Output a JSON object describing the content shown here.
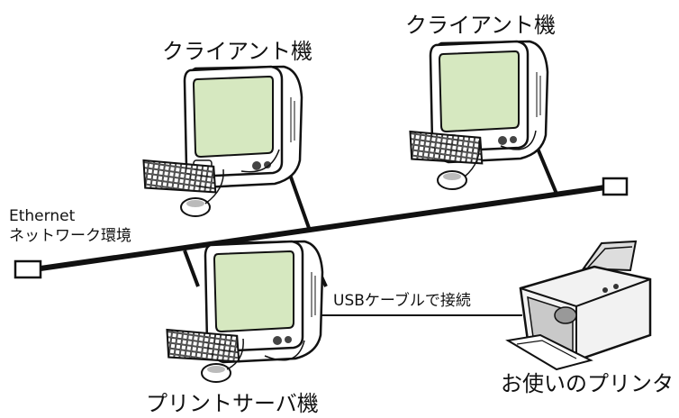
{
  "labels": {
    "client_left": "クライアント機",
    "client_right": "クライアント機",
    "ethernet_line1": "Ethernet",
    "ethernet_line2": "ネットワーク環境",
    "usb_connection": "USBケーブルで接続",
    "printer": "お使いのプリンタ",
    "print_server": "プリントサーバ機"
  },
  "colors": {
    "screen": "#d6e8c0",
    "outline": "#111111",
    "body": "#ffffff"
  }
}
